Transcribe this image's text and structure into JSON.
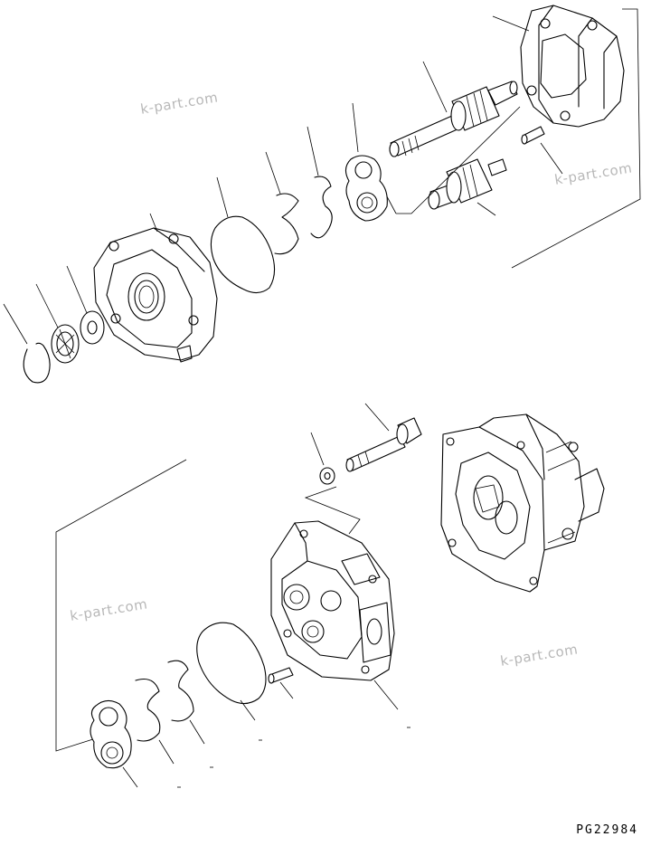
{
  "watermarks": [
    "k-part.com",
    "k-part.com",
    "k-part.com",
    "k-part.com"
  ],
  "drawing_code": "PG22984"
}
